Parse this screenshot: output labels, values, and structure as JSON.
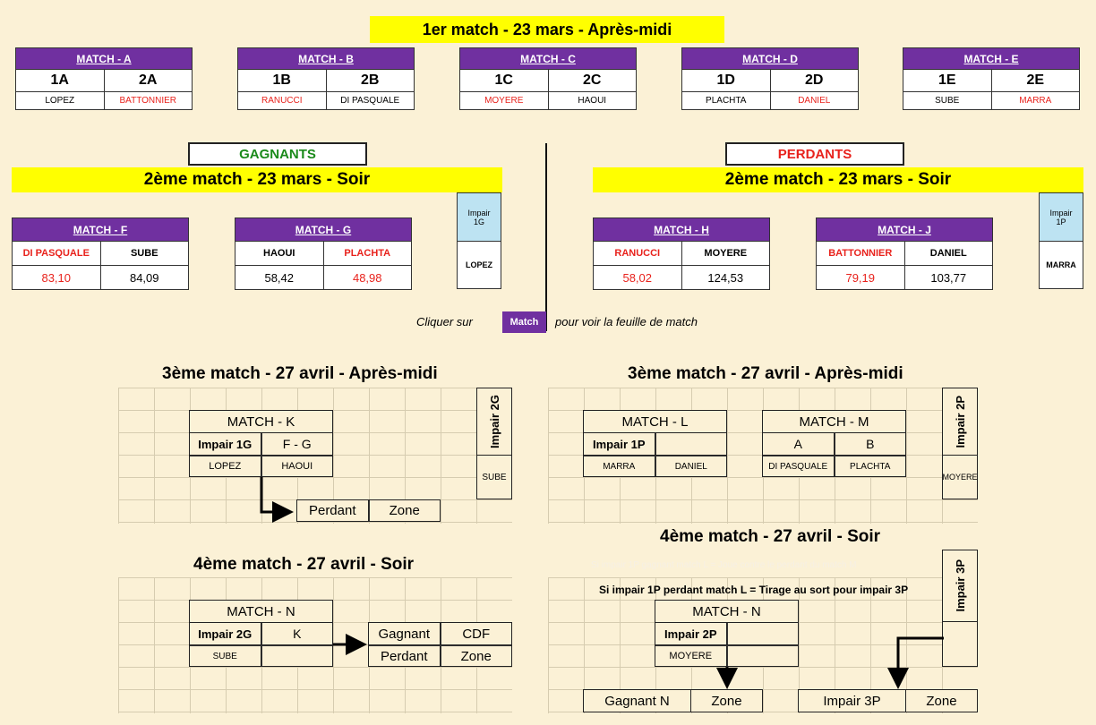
{
  "title1": "1er match - 23 mars - Après-midi",
  "round1": [
    {
      "head": "MATCH - A",
      "s1": "1A",
      "s2": "2A",
      "p1": "LOPEZ",
      "p2": "BATTONNIER",
      "r1": false,
      "r2": true
    },
    {
      "head": "MATCH - B",
      "s1": "1B",
      "s2": "2B",
      "p1": "RANUCCI",
      "p2": "DI PASQUALE",
      "r1": true,
      "r2": false
    },
    {
      "head": "MATCH - C",
      "s1": "1C",
      "s2": "2C",
      "p1": "MOYERE",
      "p2": "HAOUI",
      "r1": true,
      "r2": false
    },
    {
      "head": "MATCH - D",
      "s1": "1D",
      "s2": "2D",
      "p1": "PLACHTA",
      "p2": "DANIEL",
      "r1": false,
      "r2": true
    },
    {
      "head": "MATCH - E",
      "s1": "1E",
      "s2": "2E",
      "p1": "SUBE",
      "p2": "MARRA",
      "r1": false,
      "r2": true
    }
  ],
  "gagnants_label": "GAGNANTS",
  "perdants_label": "PERDANTS",
  "title2": "2ème match - 23 mars - Soir",
  "round2_winners": [
    {
      "head": "MATCH - F",
      "p1": "DI PASQUALE",
      "p2": "SUBE",
      "v1": "83,10",
      "v2": "84,09",
      "r1": true,
      "r2": false
    },
    {
      "head": "MATCH - G",
      "p1": "HAOUI",
      "p2": "PLACHTA",
      "v1": "58,42",
      "v2": "48,98",
      "r1": false,
      "r2": true
    }
  ],
  "round2_losers": [
    {
      "head": "MATCH - H",
      "p1": "RANUCCI",
      "p2": "MOYERE",
      "v1": "58,02",
      "v2": "124,53",
      "r1": true,
      "r2": false
    },
    {
      "head": "MATCH - J",
      "p1": "BATTONNIER",
      "p2": "DANIEL",
      "v1": "79,19",
      "v2": "103,77",
      "r1": true,
      "r2": false
    }
  ],
  "impair1g": {
    "label": "Impair 1G",
    "name": "LOPEZ"
  },
  "impair1p": {
    "label": "Impair 1P",
    "name": "MARRA"
  },
  "hint": {
    "before": "Cliquer sur",
    "button": "Match",
    "after": "pour voir la feuille de match"
  },
  "title3": "3ème match - 27 avril - Après-midi",
  "matchK": {
    "head": "MATCH - K",
    "c1": "Impair 1G",
    "c2": "F - G",
    "p1": "LOPEZ",
    "p2": "HAOUI"
  },
  "k_result": {
    "a": "Perdant",
    "b": "Zone"
  },
  "impair2g": {
    "label": "Impair 2G",
    "name": "SUBE"
  },
  "matchL": {
    "head": "MATCH - L",
    "c1": "Impair 1P",
    "c2": "",
    "p1": "MARRA",
    "p2": "DANIEL"
  },
  "matchM": {
    "head": "MATCH - M",
    "c1": "A",
    "c2": "B",
    "p1": "DI PASQUALE",
    "p2": "PLACHTA"
  },
  "impair2p": {
    "label": "Impair 2P",
    "name": "MOYERE"
  },
  "title4": "4ème match - 27 avril - Soir",
  "matchN_left": {
    "head": "MATCH - N",
    "c1": "Impair 2G",
    "c2": "K",
    "p1": "SUBE",
    "p2": ""
  },
  "n_left_result": {
    "r1a": "Gagnant",
    "r1b": "CDF",
    "r2a": "Perdant",
    "r2b": "Zone"
  },
  "note_faint": "Si impair 1P gagnant match L = Joue contre le perdant du match M",
  "note": "Si impair 1P perdant match L = Tirage au sort pour impair 3P",
  "matchN_right": {
    "head": "MATCH - N",
    "c1": "Impair 2P",
    "c2": "",
    "p1": "MOYERE",
    "p2": ""
  },
  "impair3p": {
    "label": "Impair 3P"
  },
  "bottom_left": {
    "a": "Gagnant N",
    "b": "Zone"
  },
  "bottom_right": {
    "a": "Impair 3P",
    "b": "Zone"
  },
  "colors": {
    "purple": "#7030a0",
    "yellow": "#ffff00",
    "red": "#e8221c",
    "green": "#1a8a1a",
    "lightblue": "#bde3f2"
  }
}
